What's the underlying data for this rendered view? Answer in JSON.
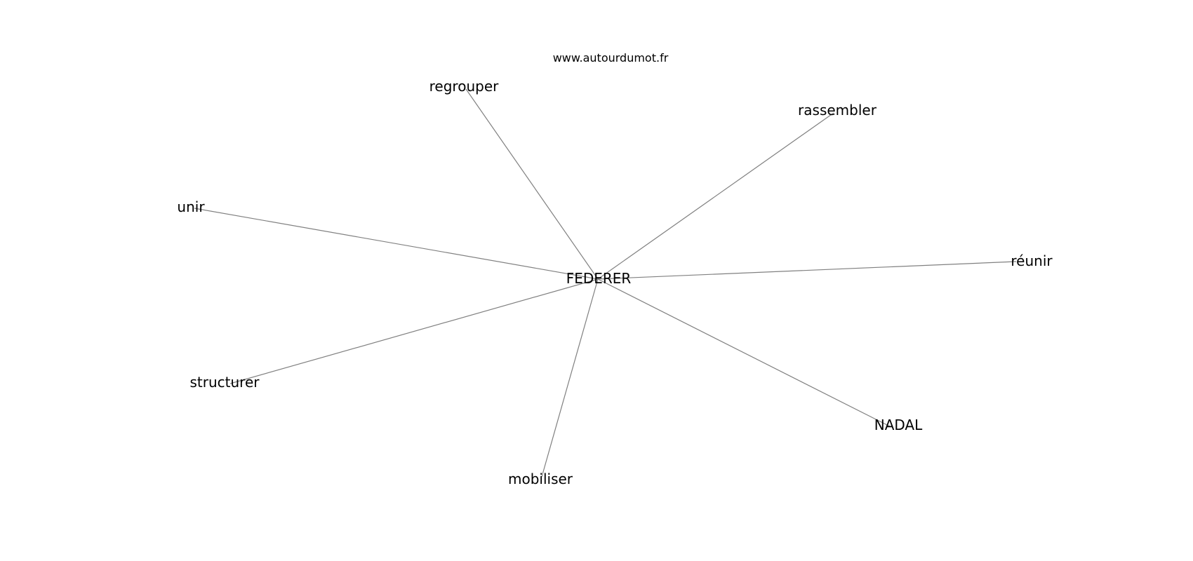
{
  "site": "www.autourdumot.fr",
  "colors": {
    "edge": "#808080",
    "text": "#000000",
    "background": "#ffffff"
  },
  "center": "FEDERER",
  "neighbors": [
    "regrouper",
    "rassembler",
    "unir",
    "réunir",
    "structurer",
    "NADAL",
    "mobiliser"
  ]
}
